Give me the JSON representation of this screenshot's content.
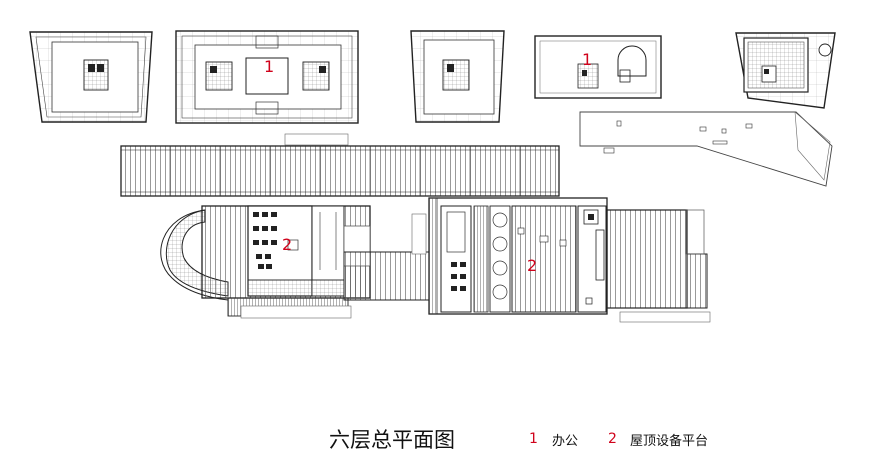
{
  "title": "六层总平面图",
  "accent_color": "#d0021b",
  "legend": [
    {
      "number": "1",
      "label": "办公"
    },
    {
      "number": "2",
      "label": "屋顶设备平台"
    }
  ],
  "plan_labels": [
    "1",
    "1",
    "2",
    "2"
  ]
}
